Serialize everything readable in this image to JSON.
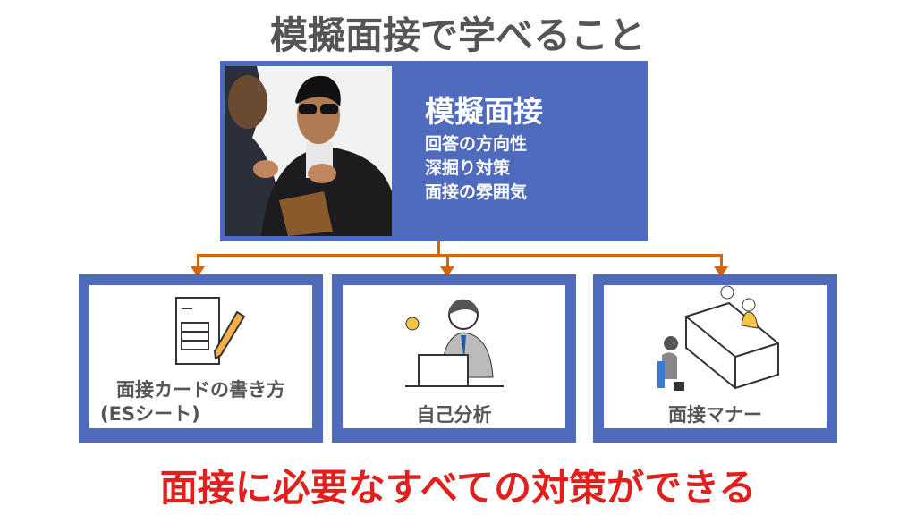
{
  "title": "模擬面接で学べること",
  "top_box": {
    "heading": "模擬面接",
    "items": [
      "回答の方向性",
      "深掘り対策",
      "面接の雰囲気"
    ]
  },
  "boxes": [
    {
      "label_line1": "面接カードの書き方",
      "label_line2": "(ESシート)"
    },
    {
      "label_line1": "自己分析"
    },
    {
      "label_line1": "面接マナー"
    }
  ],
  "conclusion": "面接に必要なすべての対策ができる",
  "colors": {
    "box": "#4f6bbd",
    "arrow": "#d9650b",
    "conclusion": "#e0201c",
    "title": "#555555"
  }
}
